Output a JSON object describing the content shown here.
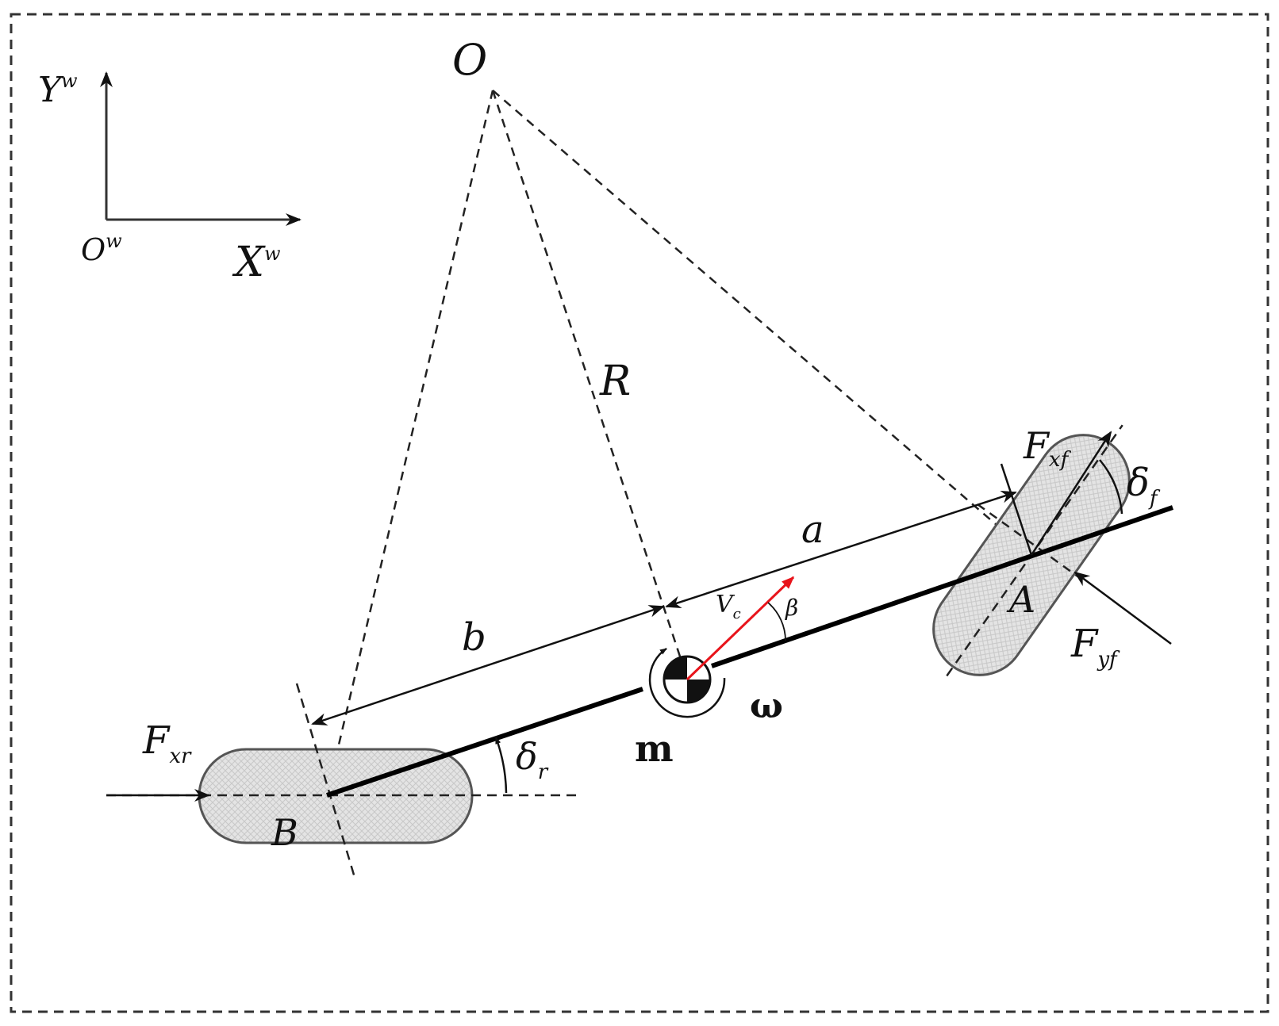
{
  "diagram": {
    "world_frame": {
      "y_axis_label": "Y",
      "y_axis_sup": "w",
      "x_axis_label": "X",
      "x_axis_sup": "w",
      "origin_label": "O",
      "origin_sup": "w"
    },
    "instant_center_label": "O",
    "radius_label": "R",
    "front_distance_label": "a",
    "rear_distance_label": "b",
    "front_axle_label": "A",
    "rear_axle_label": "B",
    "velocity_label": "V",
    "velocity_sub": "c",
    "slip_angle_label": "β",
    "yaw_rate_label": "ω",
    "mass_label": "m",
    "front_steer_label": "δ",
    "front_steer_sub": "f",
    "rear_steer_label": "δ",
    "rear_steer_sub": "r",
    "front_long_force_label": "F",
    "front_long_force_sub": "xf",
    "front_lat_force_label": "F",
    "front_lat_force_sub": "yf",
    "rear_long_force_label": "F",
    "rear_long_force_sub": "xr"
  },
  "colors": {
    "line": "#111111",
    "velocity_vector": "#e8141b",
    "wheel_fill": "#e4e4e4",
    "wheel_stroke": "#555555"
  }
}
